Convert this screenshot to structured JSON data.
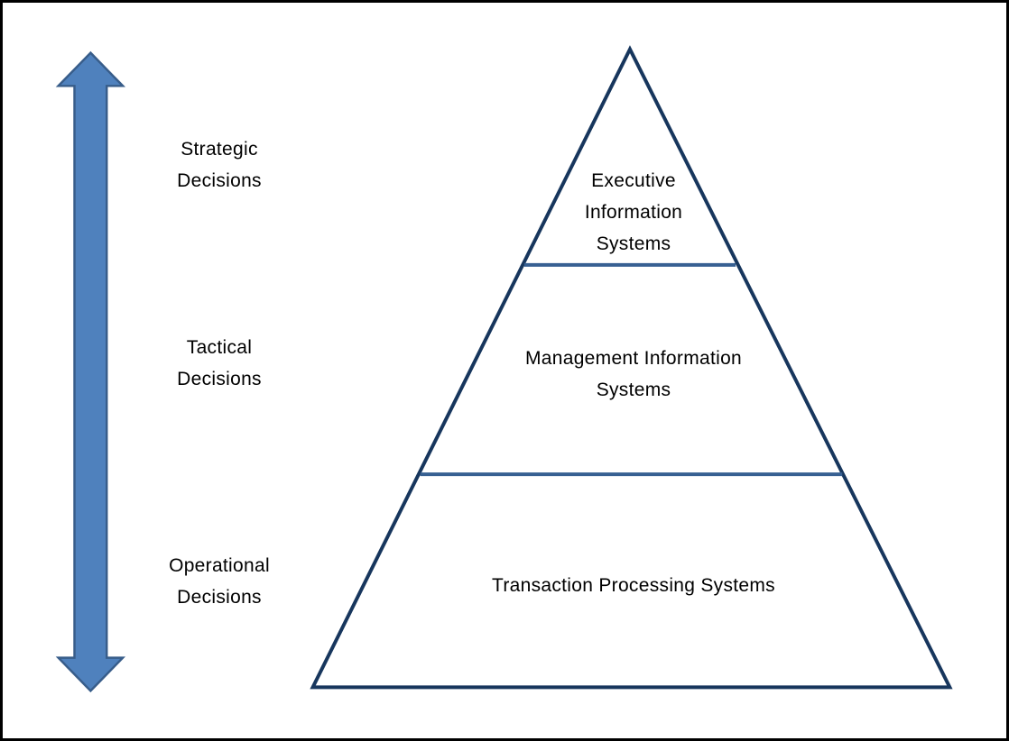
{
  "diagram": {
    "type": "pyramid",
    "left_labels": [
      {
        "label": "Strategic Decisions"
      },
      {
        "label": "Tactical Decisions"
      },
      {
        "label": "Operational Decisions"
      }
    ],
    "pyramid_levels": [
      {
        "label": "Executive Information Systems"
      },
      {
        "label": "Management Information Systems"
      },
      {
        "label": "Transaction Processing Systems"
      }
    ]
  },
  "colors": {
    "arrow_fill": "#4F81BD",
    "arrow_stroke": "#385D8A",
    "pyramid_outline": "#17365D",
    "divider_line": "#376092",
    "text": "#000000",
    "frame_border": "#000000",
    "background": "#FFFFFF"
  }
}
